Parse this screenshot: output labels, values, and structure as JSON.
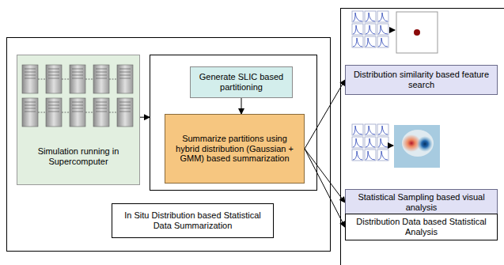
{
  "diagram": {
    "nodes": [
      {
        "text": []
      },
      {
        "text": [
          "Simulation running in Supercomputer"
        ],
        "in": 0
      },
      {
        "text": [],
        "in": 0
      },
      {
        "text": [
          "Generate SLIC based partitioning"
        ],
        "in": 2
      },
      {
        "text": [
          "Summarize partitions using hybrid distribution (Gaussian + GMM) based summarization"
        ],
        "in": 2
      },
      {
        "text": [
          "In Situ Distribution based Statistical Data Summarization"
        ],
        "in": 0
      },
      {
        "text": []
      },
      {
        "text": [
          "Distribution similarity based feature search"
        ],
        "in": 6
      },
      {
        "text": [
          "Statistical Sampling based visual analysis"
        ],
        "in": 6
      },
      {
        "text": [
          "Distribution Data based Statistical Analysis"
        ],
        "in": 6
      }
    ],
    "edges": [
      {
        "from": 1,
        "to": 2,
        "arrow": "to"
      },
      {
        "from": 3,
        "to": 4,
        "arrow": "to"
      },
      {
        "from": 4,
        "to": 7,
        "arrow": "to"
      },
      {
        "from": 4,
        "to": 8,
        "arrow": "to"
      },
      {
        "from": 4,
        "to": 9,
        "arrow": "to"
      }
    ]
  }
}
